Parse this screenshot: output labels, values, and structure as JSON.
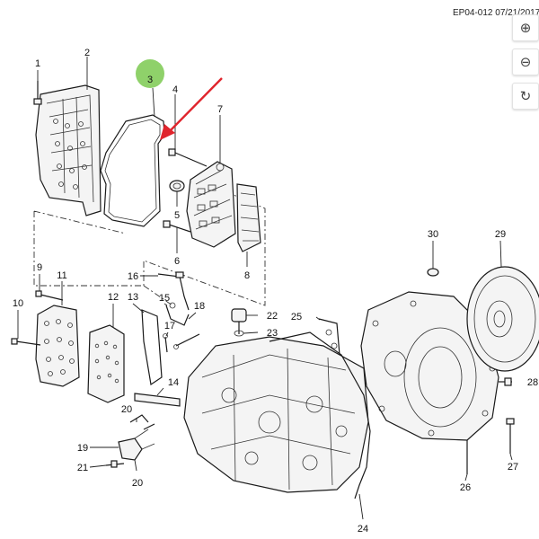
{
  "figure": {
    "ref_code": "EP04-012 07/21/2017"
  },
  "callouts": [
    "1",
    "2",
    "3",
    "4",
    "5",
    "6",
    "7",
    "8",
    "9",
    "10",
    "11",
    "12",
    "13",
    "14",
    "15",
    "16",
    "17",
    "18",
    "19",
    "20",
    "20",
    "21",
    "22",
    "23",
    "24",
    "25",
    "26",
    "27",
    "28",
    "29",
    "30"
  ],
  "highlight": {
    "label": "3",
    "color": "#8fd16a",
    "arrow_color": "#e0242c"
  },
  "toolbar": {
    "zoom_in_glyph": "⊕",
    "zoom_out_glyph": "⊖",
    "reset_glyph": "↻"
  }
}
